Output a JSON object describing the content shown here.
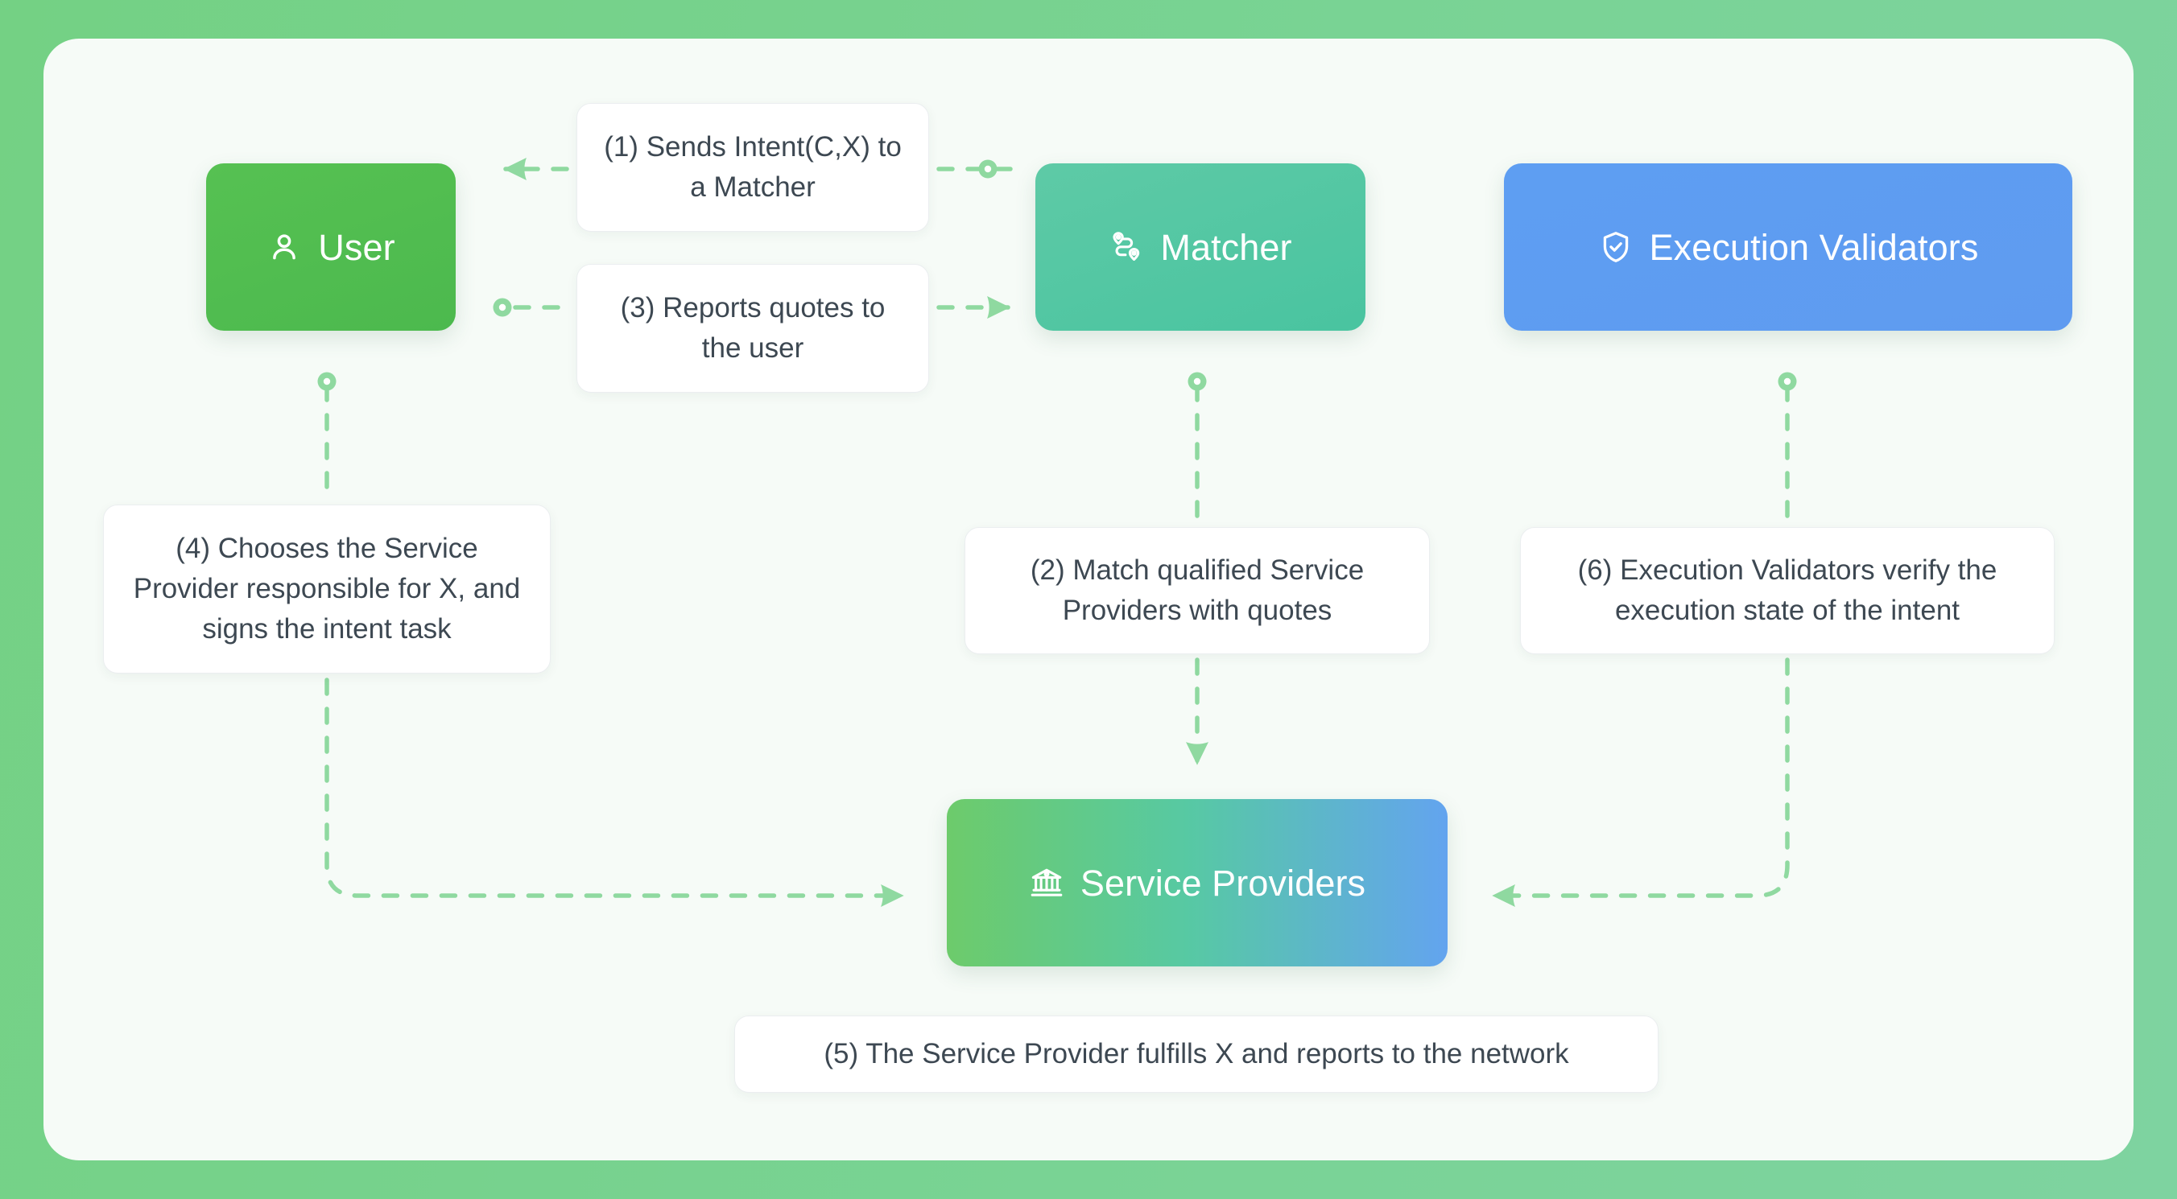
{
  "theme": {
    "outer_background": "#77d18c",
    "panel_background": "#f6fbf7",
    "connector_color": "#8fd9a0",
    "caption_text_color": "#3d4852",
    "node_colors": {
      "user": "#4cb94e",
      "matcher": "#4fc6a2",
      "validators": "#5e9ef2",
      "providers_from": "#6dcb6b",
      "providers_to": "#63a4ef"
    }
  },
  "nodes": [
    {
      "id": "user",
      "label": "User",
      "icon": "user-icon"
    },
    {
      "id": "matcher",
      "label": "Matcher",
      "icon": "route-pins-icon"
    },
    {
      "id": "validators",
      "label": "Execution Validators",
      "icon": "shield-check-icon"
    },
    {
      "id": "providers",
      "label": "Service Providers",
      "icon": "bank-columns-icon"
    }
  ],
  "captions": {
    "step1": "(1) Sends Intent(C,X) to a Matcher",
    "step2": "(2) Match qualified Service Providers with quotes",
    "step3": "(3) Reports quotes to the user",
    "step4": "(4) Chooses the Service Provider responsible for X, and signs the intent task",
    "step5": "(5) The Service Provider fulfills X and reports to the network",
    "step6": "(6) Execution Validators verify the execution state of the intent"
  },
  "flow": [
    {
      "step": 1,
      "from": "user",
      "to": "matcher",
      "direction": "matcher-to-user"
    },
    {
      "step": 2,
      "from": "matcher",
      "to": "providers",
      "direction": "down"
    },
    {
      "step": 3,
      "from": "matcher",
      "to": "user",
      "direction": "user-to-matcher"
    },
    {
      "step": 4,
      "from": "user",
      "to": "providers",
      "direction": "down-then-right"
    },
    {
      "step": 5,
      "from": "providers",
      "to": "network",
      "direction": "caption-only"
    },
    {
      "step": 6,
      "from": "validators",
      "to": "providers",
      "direction": "down-then-left"
    }
  ]
}
